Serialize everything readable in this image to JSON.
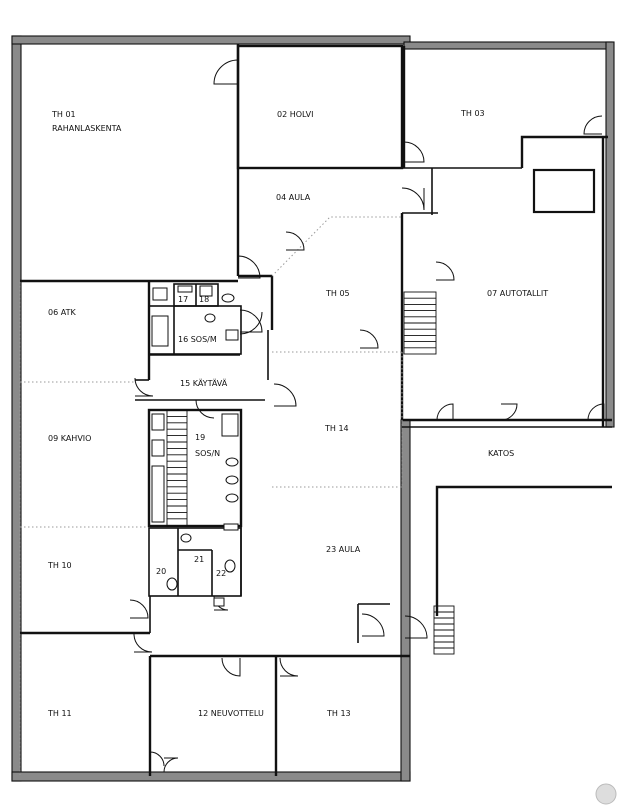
{
  "plan": {
    "rooms": {
      "th01_a": "TH 01",
      "th01_b": "RAHANLASKENTA",
      "r02": "02 HOLVI",
      "th03": "TH 03",
      "r04": "04 AULA",
      "th05": "TH 05",
      "r06": "06 ATK",
      "r07": "07 AUTOTALLIT",
      "r09": "09 KAHVIO",
      "th10": "TH 10",
      "th11": "TH 11",
      "r12": "12 NEUVOTTELU",
      "th13": "TH 13",
      "th14": "TH 14",
      "r15": "15 KÄYTÄVÄ",
      "r16": "16  SOS/M",
      "r17": "17",
      "r18": "18",
      "r19a": "19",
      "r19b": "SOS/N",
      "r20": "20",
      "r21": "21",
      "r22": "22",
      "r23": "23 AULA",
      "katos": "KATOS"
    }
  }
}
